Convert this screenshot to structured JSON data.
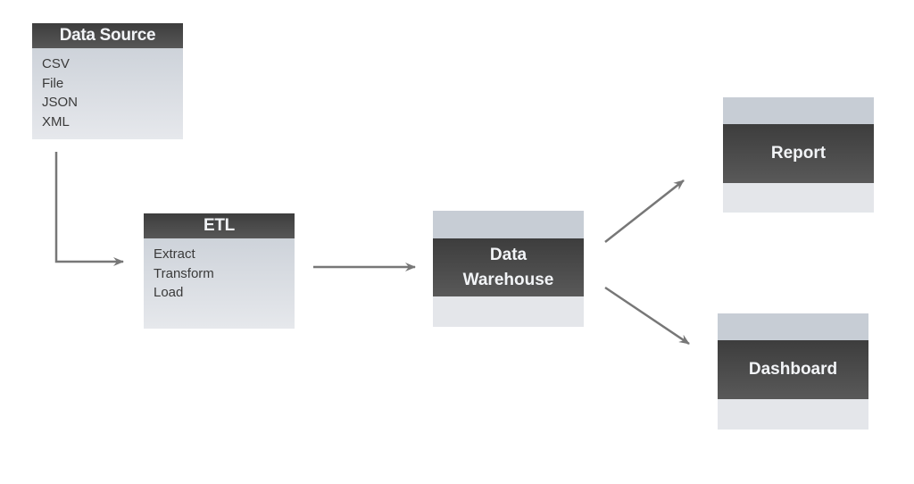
{
  "nodes": {
    "data_source": {
      "title": "Data Source",
      "items": [
        "CSV",
        "File",
        "JSON",
        "XML"
      ]
    },
    "etl": {
      "title": "ETL",
      "items": [
        "Extract",
        "Transform",
        "Load"
      ]
    },
    "warehouse": {
      "line1": "Data",
      "line2": "Warehouse"
    },
    "report": {
      "title": "Report"
    },
    "dashboard": {
      "title": "Dashboard"
    }
  },
  "colors": {
    "header_dark": "#474747",
    "box_light": "#c7cdd5",
    "box_lighter": "#e4e6ea",
    "header_text": "#f2f4f7",
    "arrow": "#777777"
  }
}
